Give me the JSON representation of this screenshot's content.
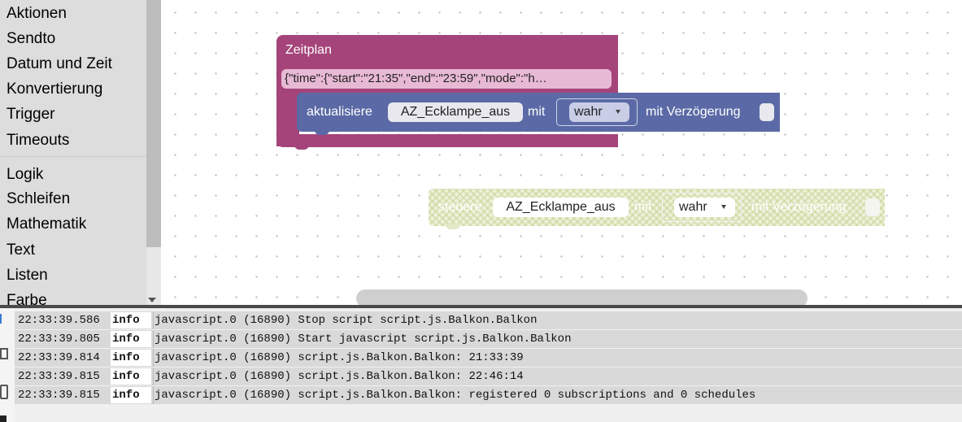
{
  "toolbox": {
    "items": [
      "Aktionen",
      "Sendto",
      "Datum und Zeit",
      "Konvertierung",
      "Trigger",
      "Timeouts",
      "Logik",
      "Schleifen",
      "Mathematik",
      "Text",
      "Listen",
      "Farbe"
    ]
  },
  "blocks": {
    "zeitplan": {
      "title": "Zeitplan",
      "time_value": "{\"time\":{\"start\":\"21:35\",\"end\":\"23:59\",\"mode\":\"h…"
    },
    "aktualisiere": {
      "label": "aktualisiere",
      "object": "AZ_Ecklampe_aus",
      "mit": "mit",
      "value": "wahr",
      "delay_label": "mit Verzögerung"
    },
    "steuere": {
      "label": "steuere",
      "object": "AZ_Ecklampe_aus",
      "mit": "mit",
      "value": "wahr",
      "delay_label": "mit Verzögerung"
    }
  },
  "log": {
    "rows": [
      {
        "time": "22:33:39.586",
        "severity": "info",
        "message": "javascript.0 (16890) Stop script script.js.Balkon.Balkon"
      },
      {
        "time": "22:33:39.805",
        "severity": "info",
        "message": "javascript.0 (16890) Start javascript script.js.Balkon.Balkon"
      },
      {
        "time": "22:33:39.814",
        "severity": "info",
        "message": "javascript.0 (16890) script.js.Balkon.Balkon: 21:33:39"
      },
      {
        "time": "22:33:39.815",
        "severity": "info",
        "message": "javascript.0 (16890) script.js.Balkon.Balkon: 22:46:14"
      },
      {
        "time": "22:33:39.815",
        "severity": "info",
        "message": "javascript.0 (16890) script.js.Balkon.Balkon: registered 0 subscriptions and 0 schedules"
      }
    ]
  },
  "colors": {
    "zeitplan_block": "#a5447a",
    "action_block": "#5b6aa6",
    "disabled_block": "#eef0d8"
  }
}
